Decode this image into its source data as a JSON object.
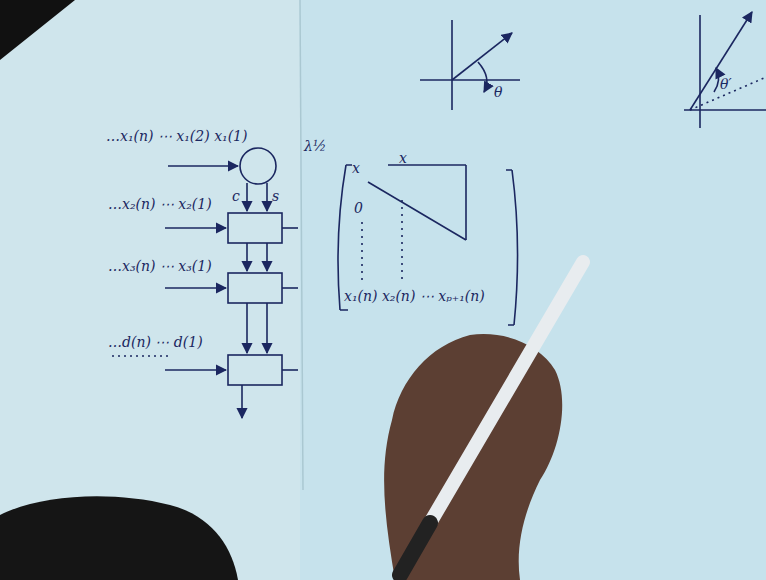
{
  "diagram": {
    "labels": [
      "…x₁(n) ⋯ x₁(2) x₁(1)",
      "c",
      "s",
      "…x₂(n) ⋯ x₂(1)",
      "…x₃(n) ⋯ x₃(1)",
      "…d(n) ⋯ d(1)",
      "λ½",
      "x",
      "x",
      "0",
      "x₁(n) x₂(n) ⋯ xₚ₊₁(n)",
      "θ",
      "θ′"
    ]
  }
}
